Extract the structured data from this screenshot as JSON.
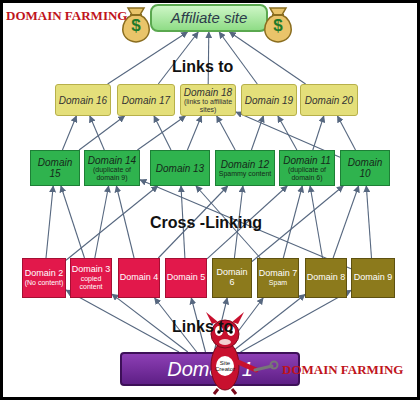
{
  "diagram": {
    "nodes": [
      {
        "text": [
          "Affiliate site"
        ]
      },
      {
        "text": [
          "Domain 16"
        ]
      },
      {
        "text": [
          "Domain 17"
        ]
      },
      {
        "text": [
          "Domain 18",
          "(links to affiliate sites)"
        ]
      },
      {
        "text": [
          "Domain 19"
        ]
      },
      {
        "text": [
          "Domain 20"
        ]
      },
      {
        "text": [
          "Domain 15"
        ]
      },
      {
        "text": [
          "Domain 14",
          "(duplicate of domain 9)"
        ]
      },
      {
        "text": [
          "Domain 13"
        ]
      },
      {
        "text": [
          "Domain 12",
          "Spammy content"
        ]
      },
      {
        "text": [
          "Domain 11",
          "(duplicate of domain 6)"
        ]
      },
      {
        "text": [
          "Domain 10"
        ]
      },
      {
        "text": [
          "Domain 2",
          "(No content)"
        ]
      },
      {
        "text": [
          "Domain 3",
          "copied content"
        ]
      },
      {
        "text": [
          "Domain 4"
        ]
      },
      {
        "text": [
          "Domain 5"
        ]
      },
      {
        "text": [
          "Domain 6"
        ]
      },
      {
        "text": [
          "Domain 7",
          "Spam"
        ]
      },
      {
        "text": [
          "Domain 8"
        ]
      },
      {
        "text": [
          "Domain 9"
        ]
      },
      {
        "text": [
          "Domain 1"
        ]
      }
    ],
    "edges": [
      {
        "from": 1,
        "to": 0,
        "arrow": "to"
      },
      {
        "from": 2,
        "to": 0,
        "arrow": "to"
      },
      {
        "from": 3,
        "to": 0,
        "arrow": "to"
      },
      {
        "from": 4,
        "to": 0,
        "arrow": "to"
      },
      {
        "from": 5,
        "to": 0,
        "arrow": "to"
      },
      {
        "from": 6,
        "to": 1,
        "arrow": "to"
      },
      {
        "from": 6,
        "to": 2,
        "arrow": "to"
      },
      {
        "from": 7,
        "to": 1,
        "arrow": "to"
      },
      {
        "from": 7,
        "to": 3,
        "arrow": "to"
      },
      {
        "from": 8,
        "to": 2,
        "arrow": "to"
      },
      {
        "from": 8,
        "to": 3,
        "arrow": "to"
      },
      {
        "from": 9,
        "to": 3,
        "arrow": "to"
      },
      {
        "from": 9,
        "to": 4,
        "arrow": "to"
      },
      {
        "from": 10,
        "to": 4,
        "arrow": "to"
      },
      {
        "from": 10,
        "to": 5,
        "arrow": "to"
      },
      {
        "from": 11,
        "to": 5,
        "arrow": "to"
      },
      {
        "from": 11,
        "to": 3,
        "arrow": "to"
      },
      {
        "from": 12,
        "to": 6,
        "arrow": "to"
      },
      {
        "from": 12,
        "to": 8,
        "arrow": "to"
      },
      {
        "from": 13,
        "to": 6,
        "arrow": "to"
      },
      {
        "from": 13,
        "to": 7,
        "arrow": "to"
      },
      {
        "from": 14,
        "to": 7,
        "arrow": "to"
      },
      {
        "from": 14,
        "to": 9,
        "arrow": "to"
      },
      {
        "from": 15,
        "to": 8,
        "arrow": "to"
      },
      {
        "from": 15,
        "to": 10,
        "arrow": "to"
      },
      {
        "from": 16,
        "to": 9,
        "arrow": "to"
      },
      {
        "from": 16,
        "to": 11,
        "arrow": "to"
      },
      {
        "from": 17,
        "to": 8,
        "arrow": "to"
      },
      {
        "from": 17,
        "to": 10,
        "arrow": "to"
      },
      {
        "from": 18,
        "to": 10,
        "arrow": "to"
      },
      {
        "from": 18,
        "to": 11,
        "arrow": "to"
      },
      {
        "from": 19,
        "to": 7,
        "arrow": "to"
      },
      {
        "from": 19,
        "to": 11,
        "arrow": "to"
      },
      {
        "from": 20,
        "to": 12,
        "arrow": "to"
      },
      {
        "from": 20,
        "to": 13,
        "arrow": "to"
      },
      {
        "from": 20,
        "to": 14,
        "arrow": "to"
      },
      {
        "from": 20,
        "to": 15,
        "arrow": "to"
      },
      {
        "from": 20,
        "to": 16,
        "arrow": "to"
      },
      {
        "from": 20,
        "to": 17,
        "arrow": "to"
      },
      {
        "from": 20,
        "to": 18,
        "arrow": "to"
      },
      {
        "from": 20,
        "to": 19,
        "arrow": "to"
      }
    ],
    "labels": [
      "DOMAIN FARMING",
      "$",
      "$",
      "Links to",
      "Cross -Linking",
      "Links to",
      "Site Creator",
      "DOMAIN FARMING"
    ]
  }
}
